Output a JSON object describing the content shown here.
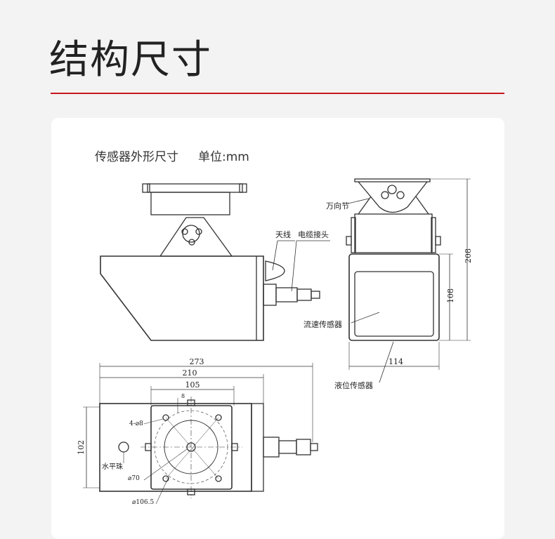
{
  "page_title": "结构尺寸",
  "drawing": {
    "caption": "传感器外形尺寸",
    "unit": "单位:mm",
    "labels": {
      "universal_joint": "万向节",
      "antenna": "天线",
      "cable_connector": "电缆接头",
      "flow_sensor": "流速传感器",
      "level_sensor": "液位传感器",
      "spirit_level": "水平珠"
    },
    "dimensions": {
      "total_height": "208",
      "body_height": "108",
      "body_width": "114",
      "total_length": "273",
      "body_length": "210",
      "plate_width": "105",
      "depth": "102",
      "slot": "8",
      "holes": "4-⌀8",
      "inner_circle": "⌀70",
      "bolt_circle": "⌀106.5"
    }
  },
  "colors": {
    "accent": "#c8161e",
    "line": "#333333"
  }
}
